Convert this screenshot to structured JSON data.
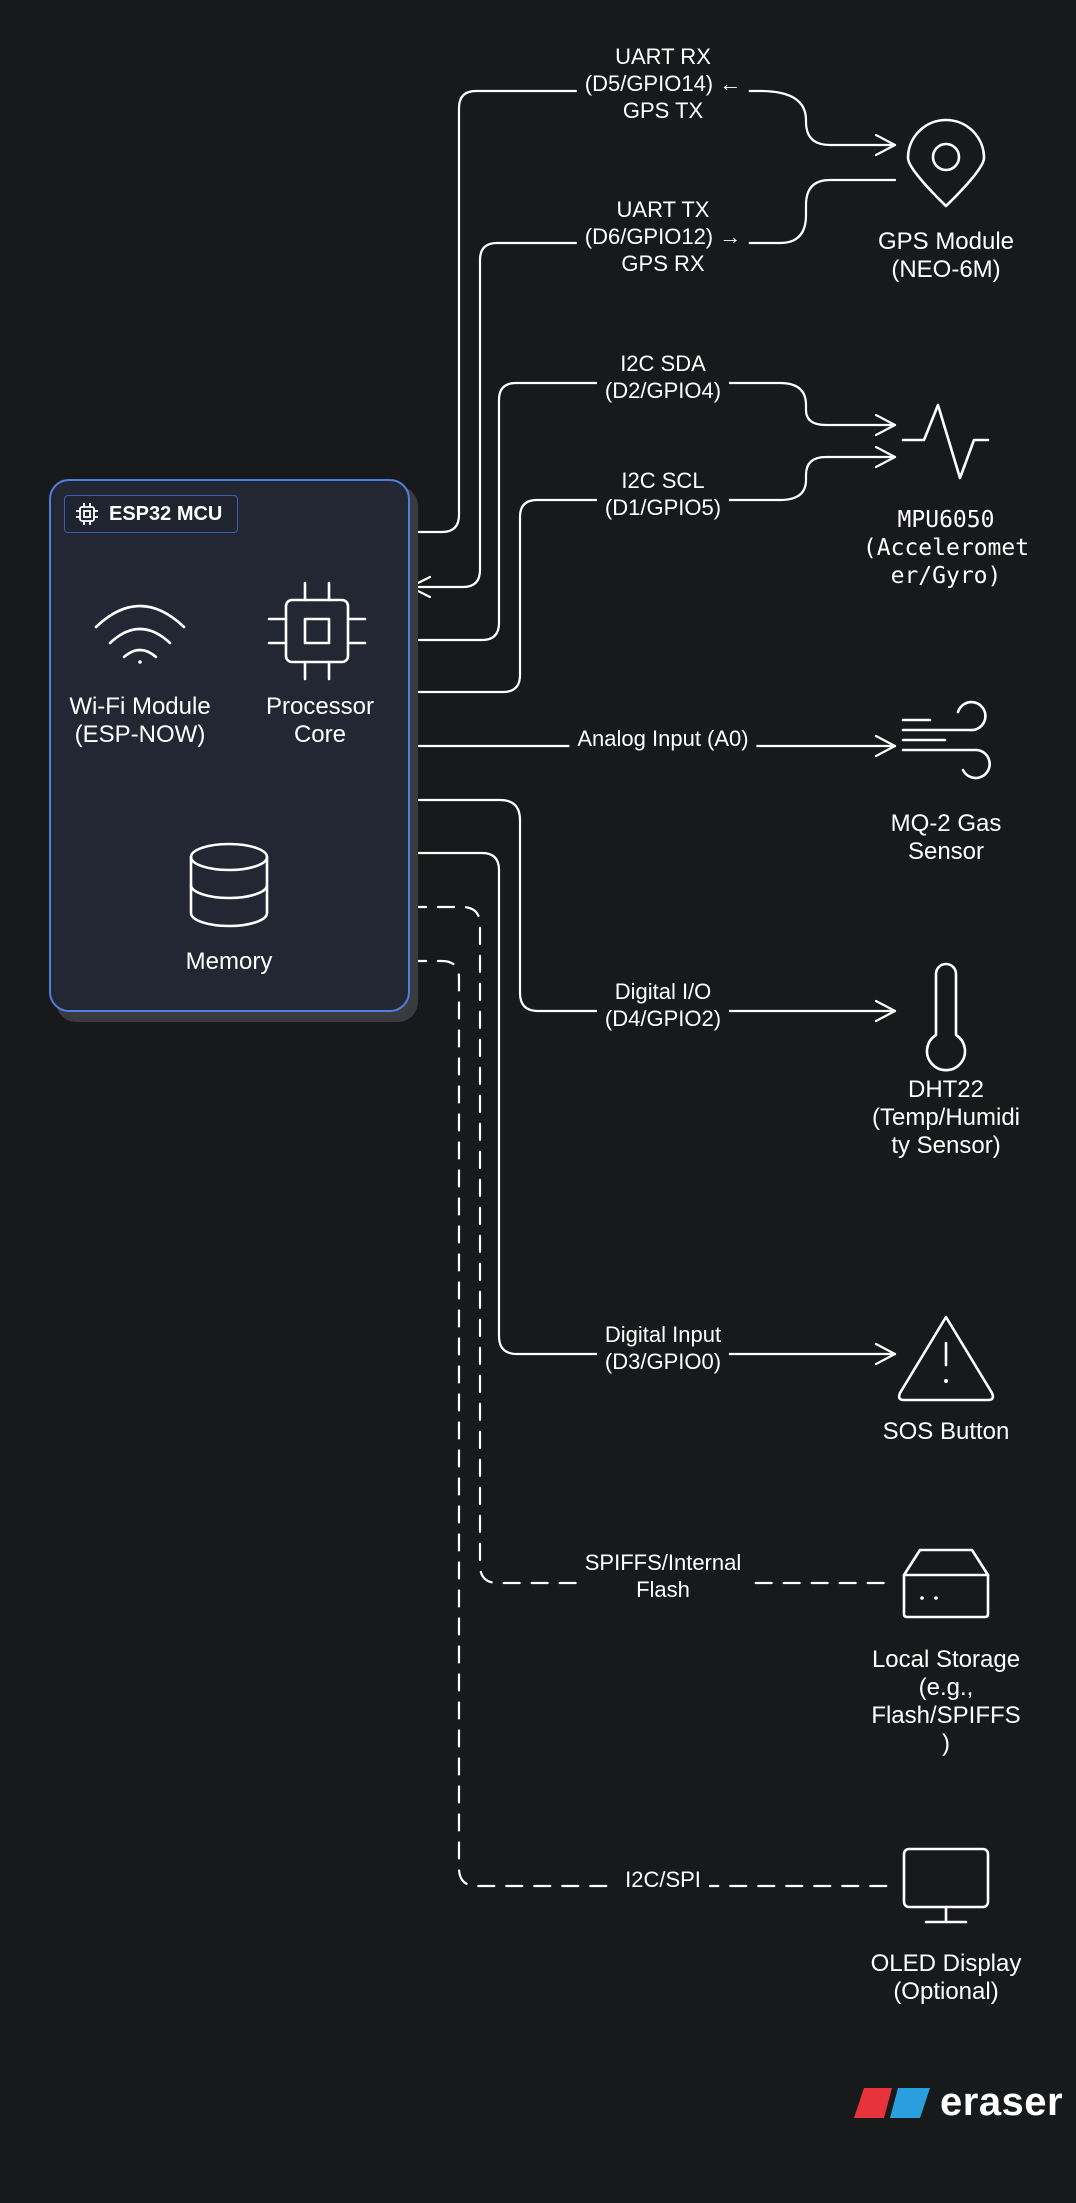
{
  "mcu": {
    "title": "ESP32 MCU",
    "wifi_label": "Wi-Fi Module\n(ESP-NOW)",
    "processor_label": "Processor\nCore",
    "memory_label": "Memory"
  },
  "connections": {
    "uart_rx": "UART RX\n(D5/GPIO14) ←\nGPS TX",
    "uart_tx": "UART TX\n(D6/GPIO12) →\nGPS RX",
    "i2c_sda": "I2C SDA\n(D2/GPIO4)",
    "i2c_scl": "I2C SCL\n(D1/GPIO5)",
    "analog": "Analog Input (A0)",
    "digital_io": "Digital I/O\n(D4/GPIO2)",
    "digital_input": "Digital Input\n(D3/GPIO0)",
    "spiffs": "SPIFFS/Internal\nFlash",
    "i2c_spi": "I2C/SPI"
  },
  "nodes": {
    "gps": "GPS Module\n(NEO-6M)",
    "mpu": "MPU6050\n(Acceleromet\ner/Gyro)",
    "gas": "MQ-2 Gas\nSensor",
    "dht": "DHT22\n(Temp/Humidi\nty Sensor)",
    "sos": "SOS Button",
    "storage": "Local Storage\n(e.g.,\nFlash/SPIFFS\n)",
    "oled": "OLED Display\n(Optional)"
  },
  "icons": {
    "gps": "map-pin-icon",
    "mpu": "activity-icon",
    "gas": "wind-icon",
    "dht": "thermometer-icon",
    "sos": "alert-triangle-icon",
    "storage": "hard-drive-icon",
    "oled": "monitor-icon",
    "wifi": "wifi-icon",
    "processor": "cpu-icon",
    "memory": "database-icon"
  },
  "brand": {
    "name": "eraser",
    "colors": {
      "red": "#e8323c",
      "blue": "#2a9fe0",
      "mcu_border": "#4f80e0",
      "background": "#18191a"
    }
  }
}
